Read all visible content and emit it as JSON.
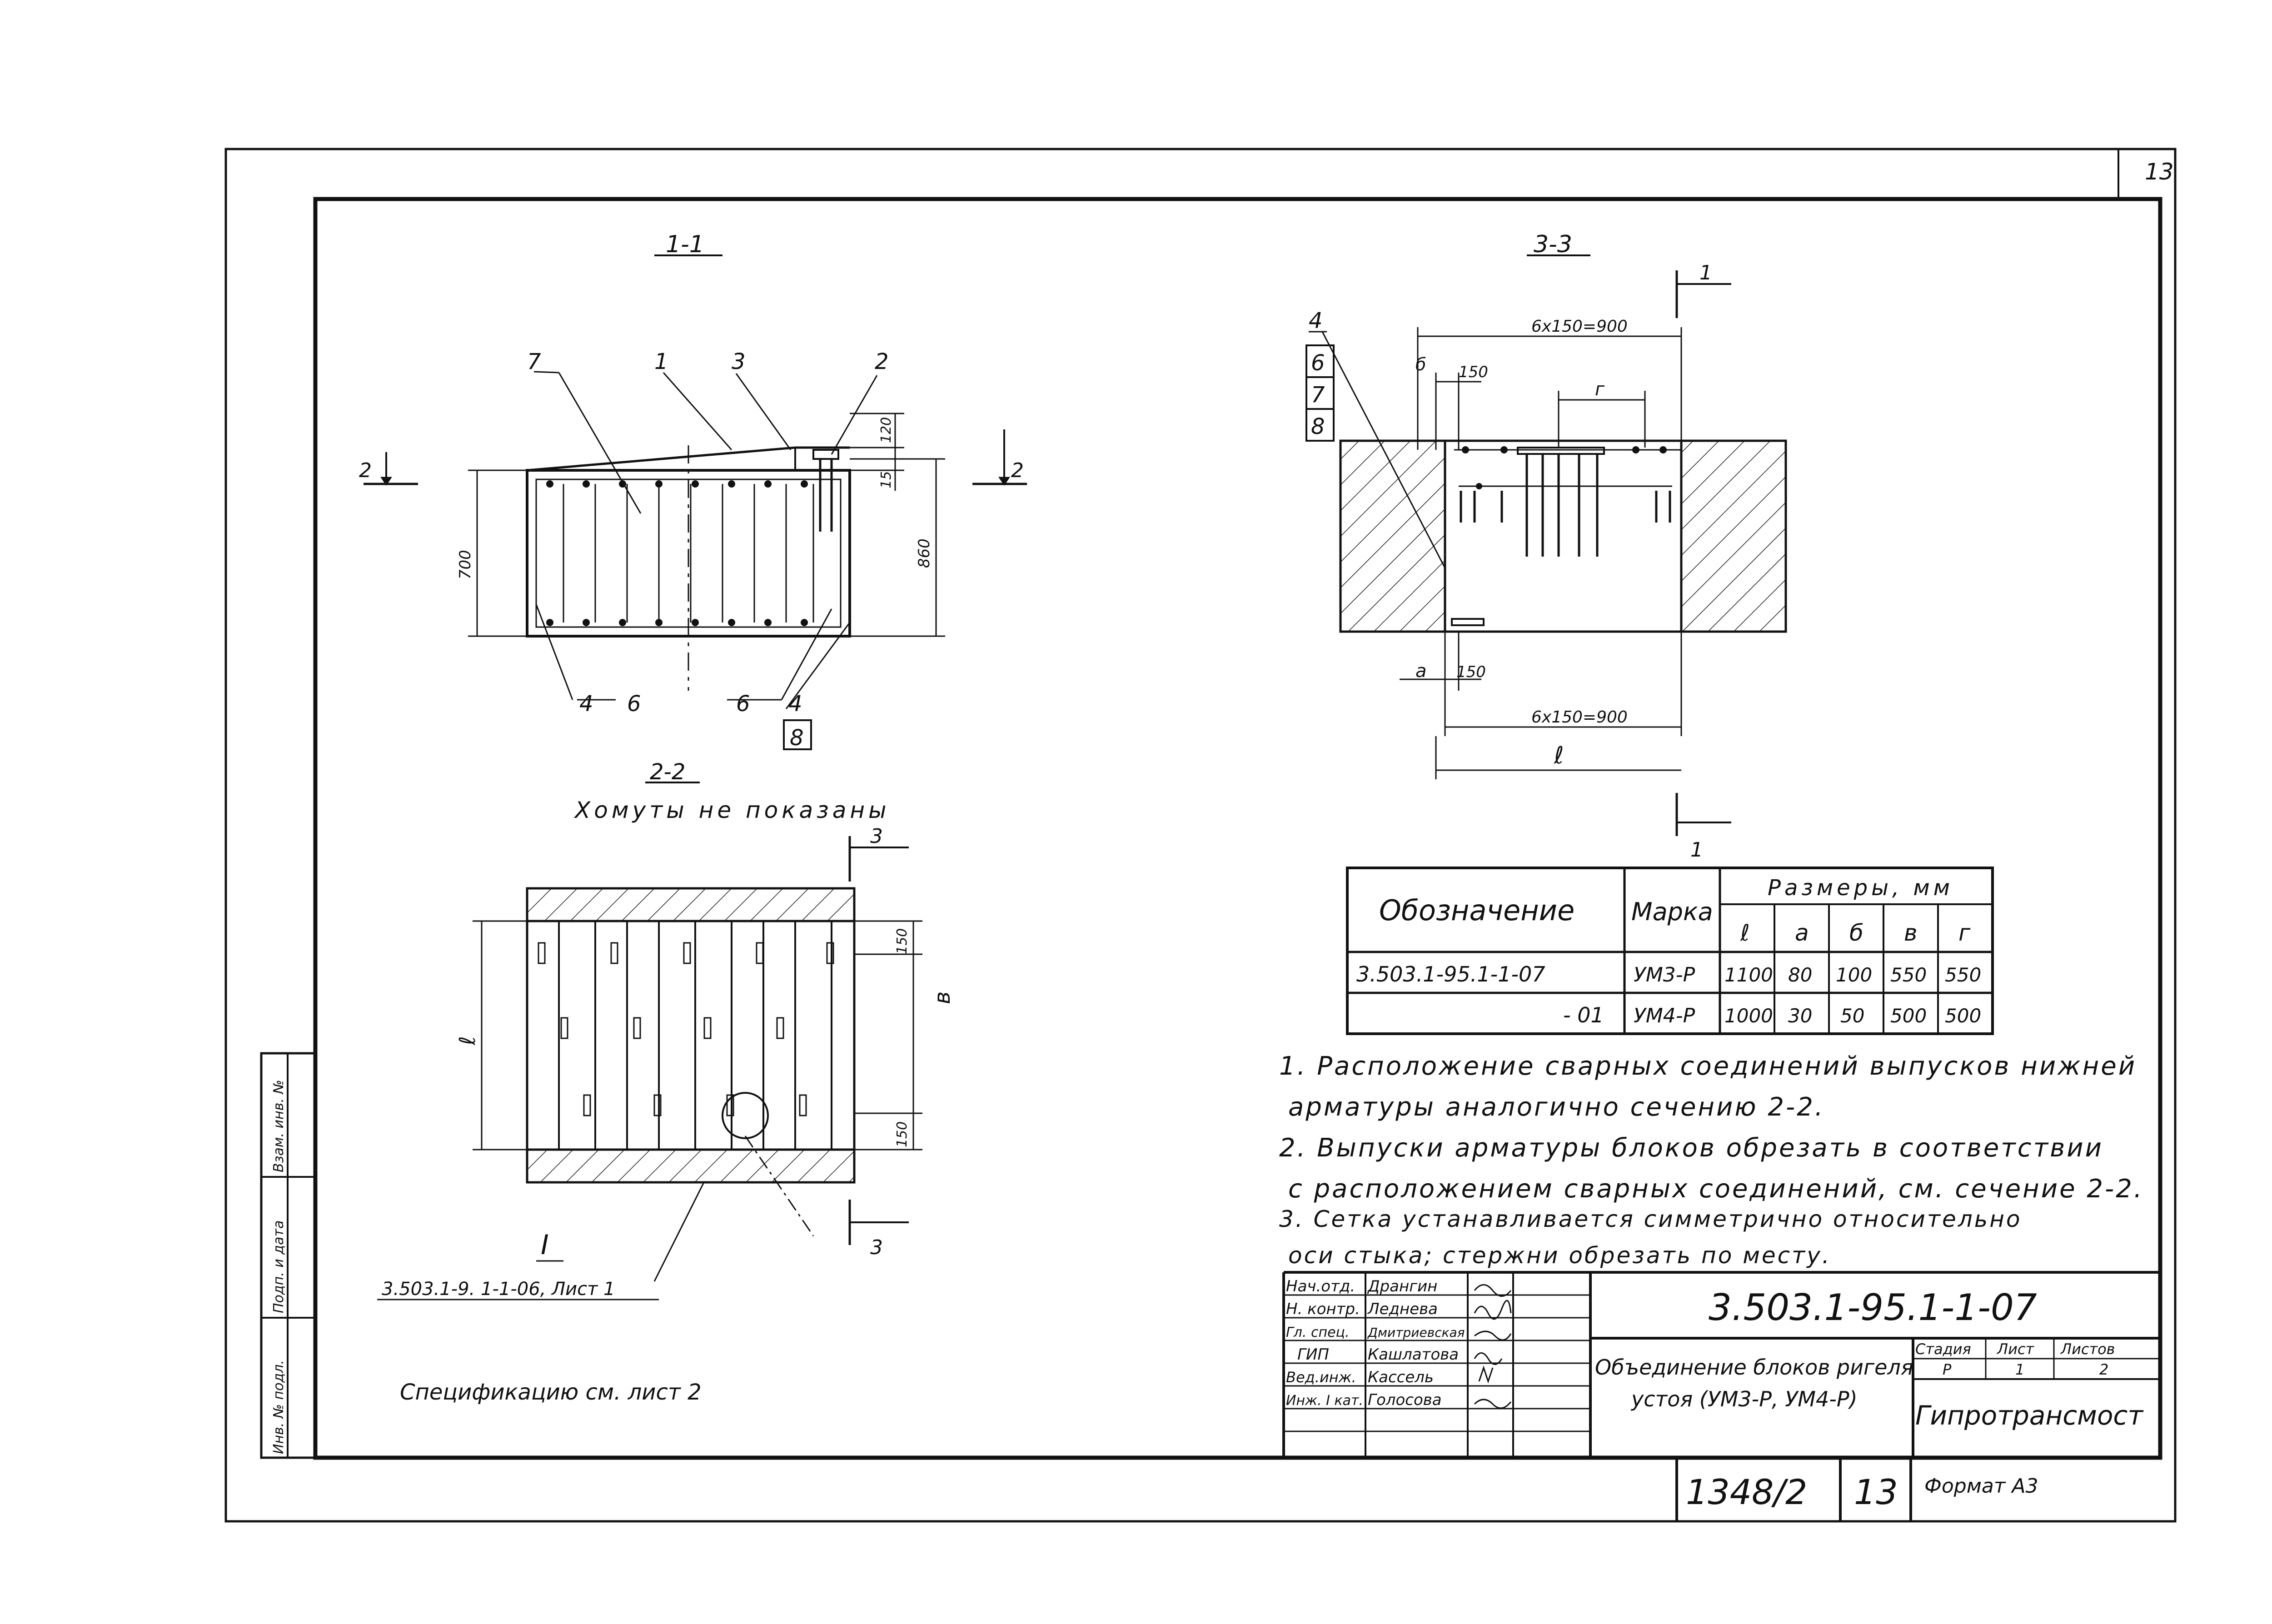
{
  "page_number": "13",
  "sections": {
    "s11": "1-1",
    "s22": "2-2",
    "s33": "3-3",
    "s22_note": "Хомуты не показаны",
    "cut_2": "2",
    "cut_3": "3",
    "cut_1": "1"
  },
  "callouts_11": {
    "c7": "7",
    "c1": "1",
    "c3": "3",
    "c2": "2",
    "c4a": "4",
    "c6a": "6",
    "c6b": "6",
    "c4b": "4",
    "c8": "8",
    "dim_700": "700",
    "dim_860": "860",
    "dim_120": "120",
    "dim_15": "15"
  },
  "callouts_33": {
    "c4": "4",
    "c6": "6",
    "c7": "7",
    "c8": "8",
    "dim_top": "6x150=900",
    "dim_bot": "6x150=900",
    "dim_150a": "150",
    "dim_150b": "150",
    "lbl_b": "б",
    "lbl_a": "а",
    "lbl_g": "г",
    "lbl_l": "ℓ"
  },
  "callouts_22": {
    "dim_150a": "150",
    "dim_150b": "150",
    "lbl_v": "в",
    "lbl_l": "ℓ",
    "detail_I": "I",
    "ref": "3.503.1-9. 1-1-06, Лист 1"
  },
  "dim_table": {
    "h_designation": "Обозначение",
    "h_mark": "Марка",
    "h_sizes": "Размеры, мм",
    "cols": [
      "ℓ",
      "а",
      "б",
      "в",
      "г"
    ],
    "rows": [
      {
        "designation": "3.503.1-95.1-1-07",
        "mark": "УМ3-Р",
        "values": [
          "1100",
          "80",
          "100",
          "550",
          "550"
        ]
      },
      {
        "designation": "- 01",
        "mark": "УМ4-Р",
        "values": [
          "1000",
          "30",
          "50",
          "500",
          "500"
        ]
      }
    ]
  },
  "notes": [
    "1. Расположение сварных соединений выпусков нижней",
    "арматуры аналогично сечению 2-2.",
    "2. Выпуски арматуры блоков обрезать в соответствии",
    "с расположением сварных соединений, см. сечение 2-2.",
    "3. Сетка устанавливается симметрично относительно",
    "оси стыка; стержни обрезать по месту."
  ],
  "spec_note": "Спецификацию см. лист 2",
  "side_stamp": [
    "Взам. инв. №",
    "Подп. и дата",
    "Инв. № подл."
  ],
  "title_block": {
    "signers": [
      {
        "role": "Нач.отд.",
        "name": "Дрангин"
      },
      {
        "role": "Н. контр.",
        "name": "Леднева"
      },
      {
        "role": "Гл. спец.",
        "name": "Дмитриевская"
      },
      {
        "role": "ГИП",
        "name": "Кашлатова"
      },
      {
        "role": "Вед.инж.",
        "name": "Кассель"
      },
      {
        "role": "Инж. I кат.",
        "name": "Голосова"
      }
    ],
    "doc_code": "3.503.1-95.1-1-07",
    "title_line1": "Объединение блоков ригеля",
    "title_line2": "устоя (УМ3-Р, УМ4-Р)",
    "h_stage": "Стадия",
    "h_sheet": "Лист",
    "h_sheets": "Листов",
    "stage": "Р",
    "sheet": "1",
    "sheets": "2",
    "org": "Гипротрансмост",
    "bottom_code": "1348/2",
    "bottom_page": "13",
    "format": "Формат А3"
  }
}
